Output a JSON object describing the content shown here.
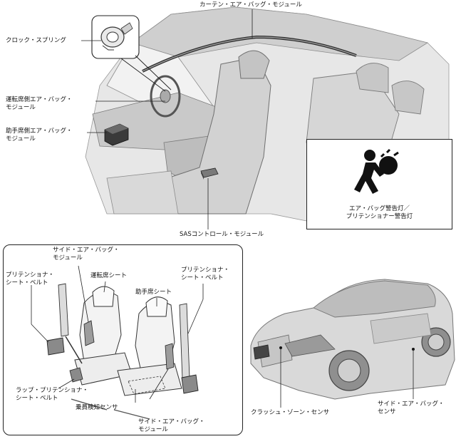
{
  "labels": {
    "curtain_airbag": "カーテン・エア・バッグ・モジュール",
    "clock_spring": "クロック・スプリング",
    "driver_airbag": "運転席側エア・バッグ・\nモジュール",
    "passenger_airbag": "助手席側エア・バッグ・\nモジュール",
    "sas_control": "SASコントロール・モジュール",
    "warning_light": "エア・バッグ警告灯／\nプリテンショナー警告灯",
    "side_airbag_top": "サイド・エア・バッグ・\nモジュール",
    "driver_seat": "運転席シート",
    "passenger_seat": "助手席シート",
    "pretensioner_left": "プリテンショナ・\nシート・ベルト",
    "pretensioner_right": "プリテンショナ・\nシート・ベルト",
    "lap_pretensioner": "ラップ・プリテンショナ・\nシート・ベルト",
    "occupant_sensor": "乗員検知センサ",
    "side_airbag_bottom": "サイド・エア・バッグ・\nモジュール",
    "crash_zone_sensor": "クラッシュ・ゾーン・センサ",
    "side_airbag_sensor": "サイド・エア・バッグ・\nセンサ"
  },
  "icons": {
    "warning": "airbag-warning-icon"
  },
  "colors": {
    "line": "#222222",
    "car_body": "#d9d9d9",
    "car_shade": "#b3b3b3",
    "interior_bg": "#e6e6e6"
  }
}
